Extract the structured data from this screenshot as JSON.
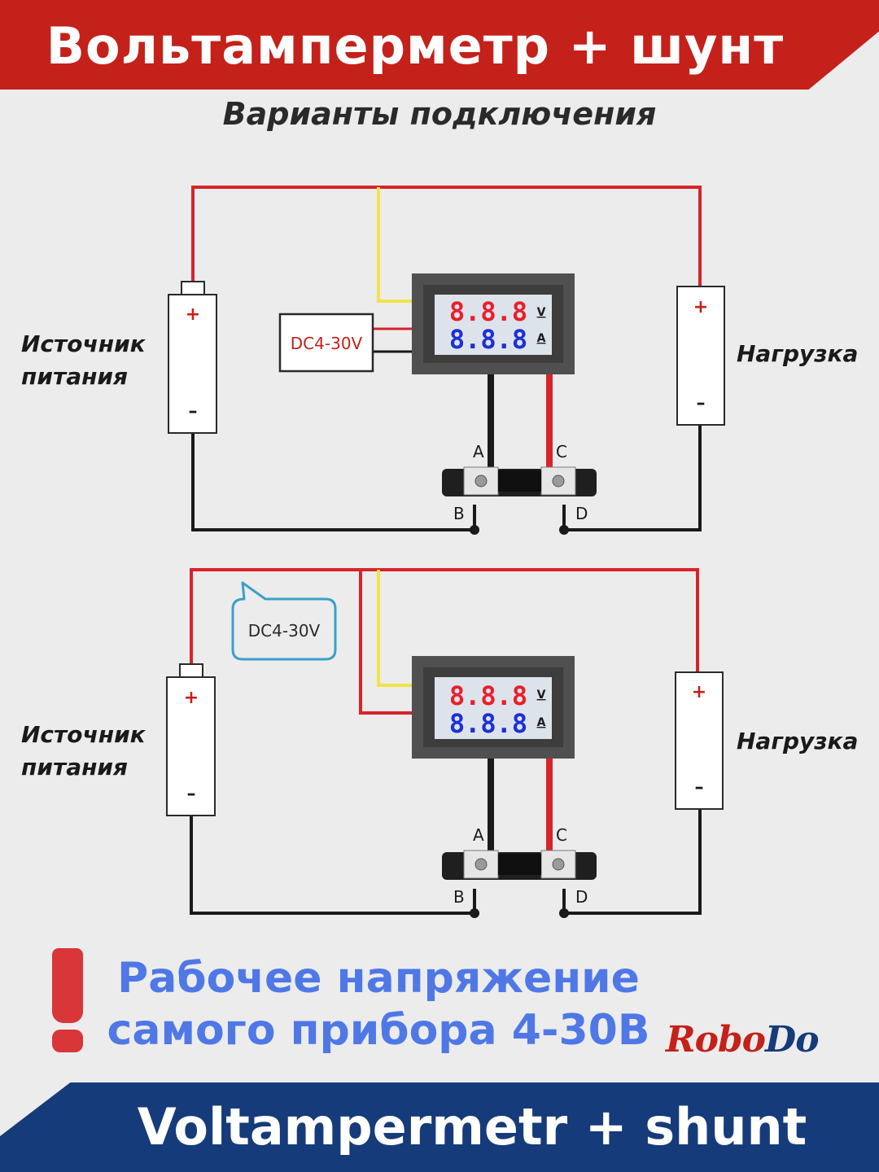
{
  "header": {
    "title": "Вольтамперметр + шунт"
  },
  "subtitle": "Варианты подключения",
  "diagrams": [
    {
      "source_label": "Источник\nпитания",
      "load_label": "Нагрузка",
      "plus": "+",
      "minus": "–",
      "power_note": "DC4-30V",
      "display": {
        "volt_digits": "8.8.8",
        "amp_digits": "8.8.8",
        "volt_unit": "V",
        "amp_unit": "A"
      },
      "terminals": {
        "a": "A",
        "b": "B",
        "c": "C",
        "d": "D"
      }
    },
    {
      "source_label": "Источник\nпитания",
      "load_label": "Нагрузка",
      "plus": "+",
      "minus": "–",
      "power_note": "DC4-30V",
      "display": {
        "volt_digits": "8.8.8",
        "amp_digits": "8.8.8",
        "volt_unit": "V",
        "amp_unit": "A"
      },
      "terminals": {
        "a": "A",
        "b": "B",
        "c": "C",
        "d": "D"
      }
    }
  ],
  "warning": {
    "mark": "!",
    "line1": "Рабочее напряжение",
    "line2": "самого прибора 4-30В"
  },
  "logo": {
    "part1": "Robo",
    "part2": "Do"
  },
  "footer": {
    "title": "Voltampermetr + shunt"
  },
  "colors": {
    "red_banner": "#c4211a",
    "blue_banner": "#163b7a",
    "wire_red": "#d8232a",
    "wire_black": "#1a1a1a",
    "wire_yellow": "#f2e24a",
    "digit_red": "#e8202a",
    "digit_blue": "#1d2fd6",
    "warning_text": "#4f78e6",
    "callout": "#3aa0c8"
  }
}
